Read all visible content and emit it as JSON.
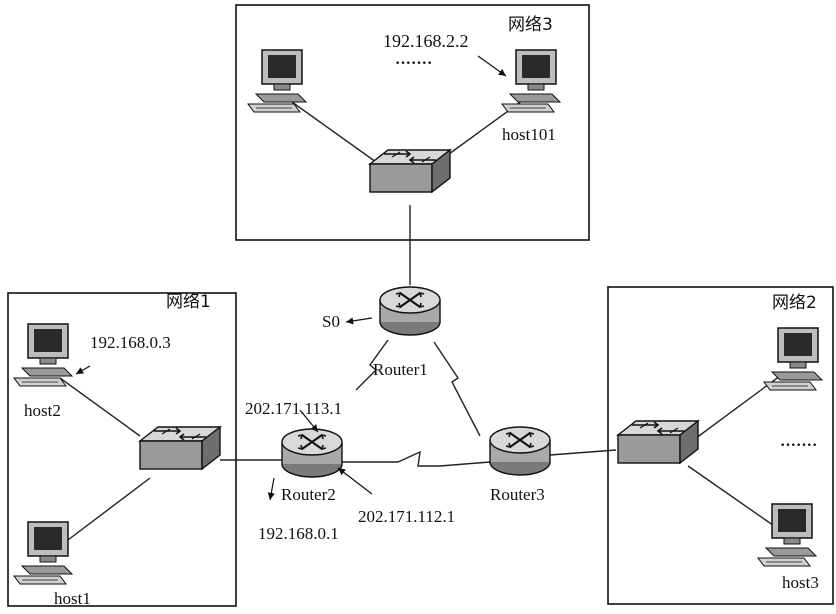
{
  "networks": {
    "net1": "网络1",
    "net2": "网络2",
    "net3": "网络3"
  },
  "hosts": {
    "host1": "host1",
    "host2": "host2",
    "host3": "host3",
    "host101": "host101"
  },
  "routers": {
    "router1": "Router1",
    "router2": "Router2",
    "router3": "Router3"
  },
  "ips": {
    "host101_ip": "192.168.2.2",
    "host2_ip": "192.168.0.3",
    "router2_s": "202.171.113.1",
    "router2_lan": "192.168.0.1",
    "router2_wan": "202.171.112.1"
  },
  "interfaces": {
    "s0": "S0"
  },
  "ellipsis": {
    "net3": "·······",
    "net2": "·······"
  }
}
